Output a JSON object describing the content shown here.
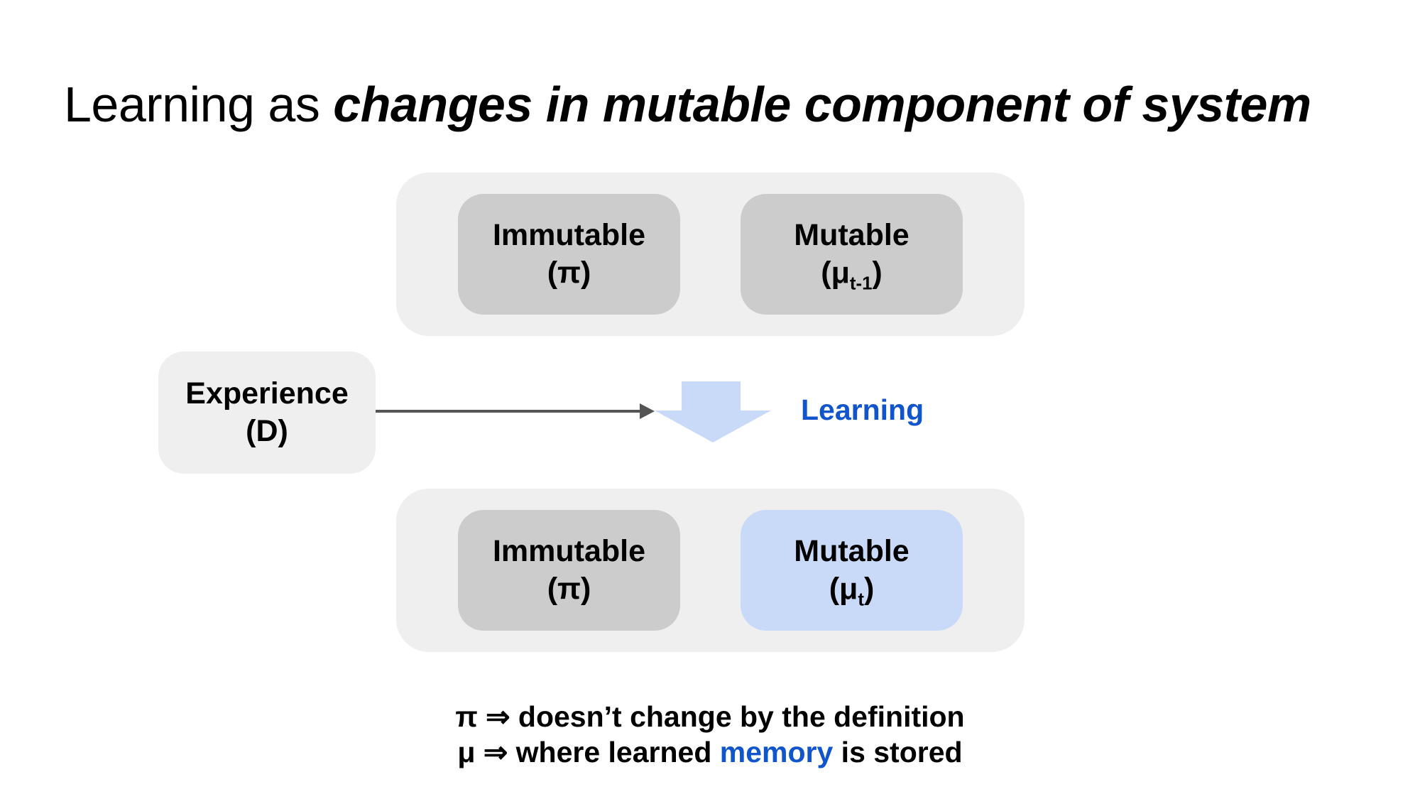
{
  "slide": {
    "title": {
      "regular": "Learning as ",
      "emphasis": "changes in mutable component of system"
    },
    "state_before": {
      "immutable": {
        "name": "Immutable",
        "symbol": "(π)"
      },
      "mutable": {
        "name": "Mutable",
        "symbol_main": "(μ",
        "symbol_sub": "t-1",
        "symbol_end": ")"
      }
    },
    "experience": {
      "name": "Experience",
      "symbol": "(D)"
    },
    "learning_label": "Learning",
    "state_after": {
      "immutable": {
        "name": "Immutable",
        "symbol": "(π)"
      },
      "mutable": {
        "name": "Mutable",
        "symbol_main": "(μ",
        "symbol_sub": "t",
        "symbol_end": ")"
      }
    },
    "notes": {
      "line1": "π ⇒ doesn’t change by the definition",
      "line2_prefix": "μ ⇒ where learned ",
      "line2_highlight": "memory",
      "line2_suffix": " is stored"
    },
    "colors": {
      "container_bg": "#efefef",
      "box_gray": "#cccccc",
      "box_blue": "#c9daf8",
      "accent_blue": "#1155cc",
      "connector_gray": "#555555"
    }
  }
}
